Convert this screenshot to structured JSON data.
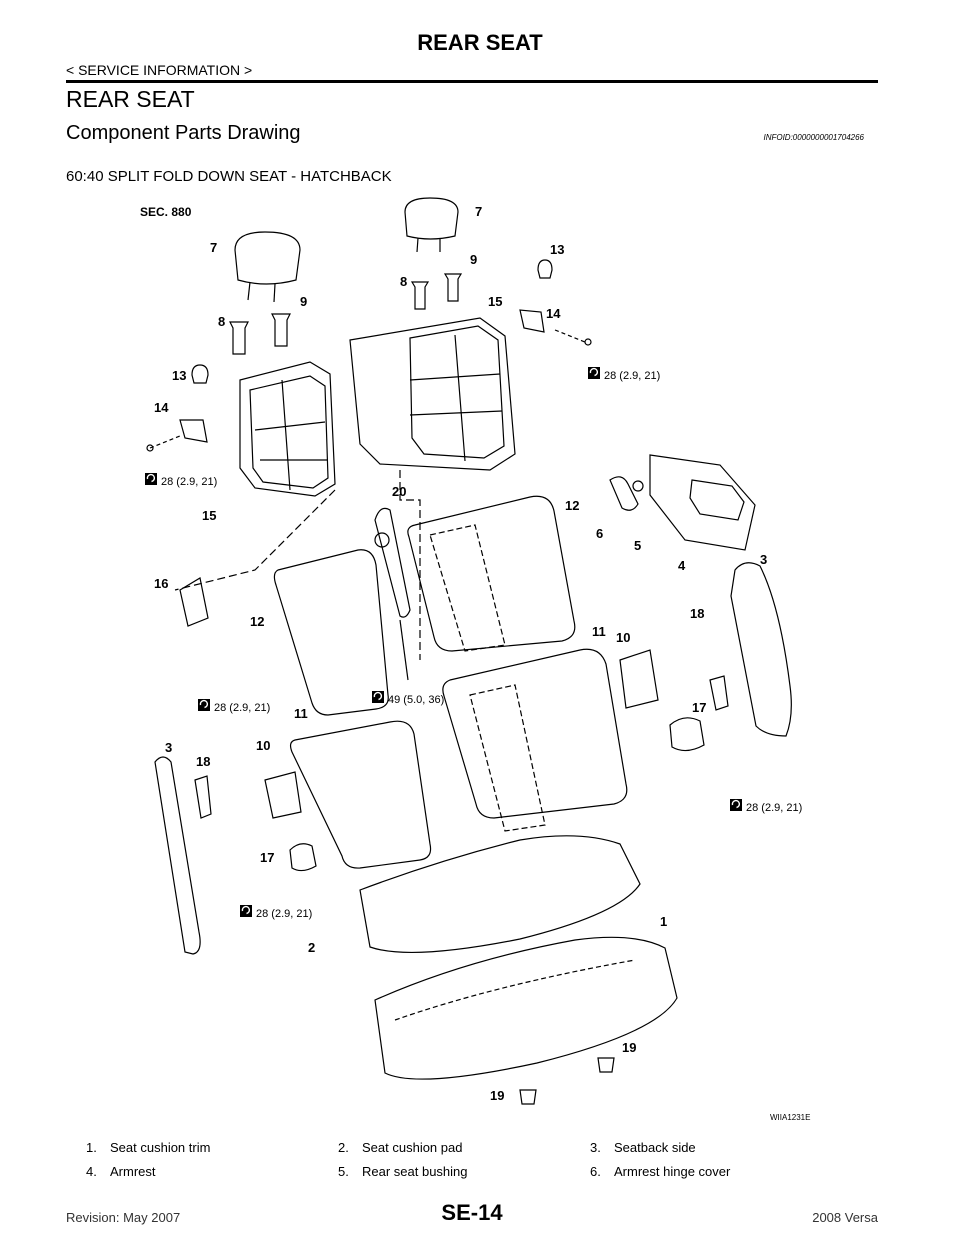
{
  "header": {
    "title": "REAR SEAT",
    "breadcrumb": "< SERVICE INFORMATION >"
  },
  "section": {
    "title": "REAR SEAT",
    "subtitle": "Component Parts Drawing",
    "info_id": "INFOID:0000000001704266",
    "variant": "60:40 SPLIT FOLD DOWN SEAT - HATCHBACK"
  },
  "figure": {
    "sec_label": "SEC. 880",
    "image_code": "WIIA1231E",
    "torques": {
      "t1": "28 (2.9, 21)",
      "t2": "28 (2.9, 21)",
      "t3": "28 (2.9, 21)",
      "t4": "49 (5.0, 36)",
      "t5": "28 (2.9, 21)",
      "t6": "28 (2.9, 21)"
    },
    "callouts": {
      "c1": "1",
      "c2": "2",
      "c3a": "3",
      "c3b": "3",
      "c4": "4",
      "c5": "5",
      "c6": "6",
      "c7a": "7",
      "c7b": "7",
      "c8a": "8",
      "c8b": "8",
      "c9a": "9",
      "c9b": "9",
      "c10a": "10",
      "c10b": "10",
      "c11a": "11",
      "c11b": "11",
      "c12a": "12",
      "c12b": "12",
      "c13a": "13",
      "c13b": "13",
      "c14a": "14",
      "c14b": "14",
      "c15a": "15",
      "c15b": "15",
      "c16": "16",
      "c17a": "17",
      "c17b": "17",
      "c18a": "18",
      "c18b": "18",
      "c19a": "19",
      "c19b": "19",
      "c20": "20"
    }
  },
  "parts": [
    {
      "num": "1.",
      "name": "Seat cushion trim"
    },
    {
      "num": "2.",
      "name": "Seat cushion pad"
    },
    {
      "num": "3.",
      "name": "Seatback side"
    },
    {
      "num": "4.",
      "name": "Armrest"
    },
    {
      "num": "5.",
      "name": "Rear seat bushing"
    },
    {
      "num": "6.",
      "name": "Armrest hinge cover"
    }
  ],
  "footer": {
    "revision": "Revision: May 2007",
    "page": "SE-14",
    "model": "2008 Versa"
  }
}
